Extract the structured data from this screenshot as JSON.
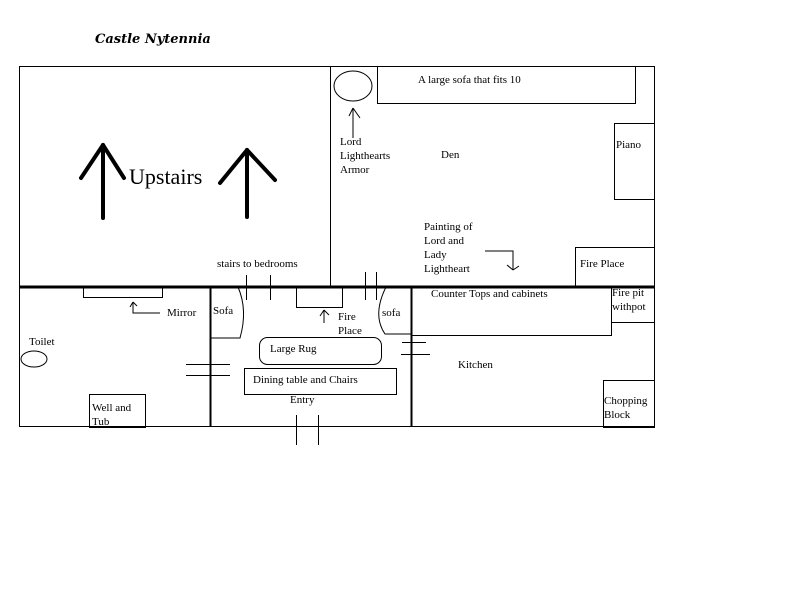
{
  "title": "Castle Nytennia",
  "rooms": {
    "upstairs": "Upstairs",
    "stairs": "stairs to bedrooms",
    "den": "Den",
    "kitchen": "Kitchen",
    "entry": "Entry",
    "toilet": "Toilet"
  },
  "items": {
    "sofa_large": "A large sofa that fits 10",
    "armor": "Lord\nLighthearts\nArmor",
    "piano": "Piano",
    "painting": "Painting of\nLord and\nLady\nLightheart",
    "den_fireplace": "Fire Place",
    "counter": "Counter Tops and cabinets",
    "fire_pit": "Fire pit\nwithpot",
    "chopping": "Chopping\nBlock",
    "mirror": "Mirror",
    "well_tub": "Well and\nTub",
    "sofa_left": "Sofa",
    "sofa_right": "sofa",
    "entry_fireplace": "Fire\nPlace",
    "rug": "Large Rug",
    "dining": "Dining table and Chairs"
  }
}
